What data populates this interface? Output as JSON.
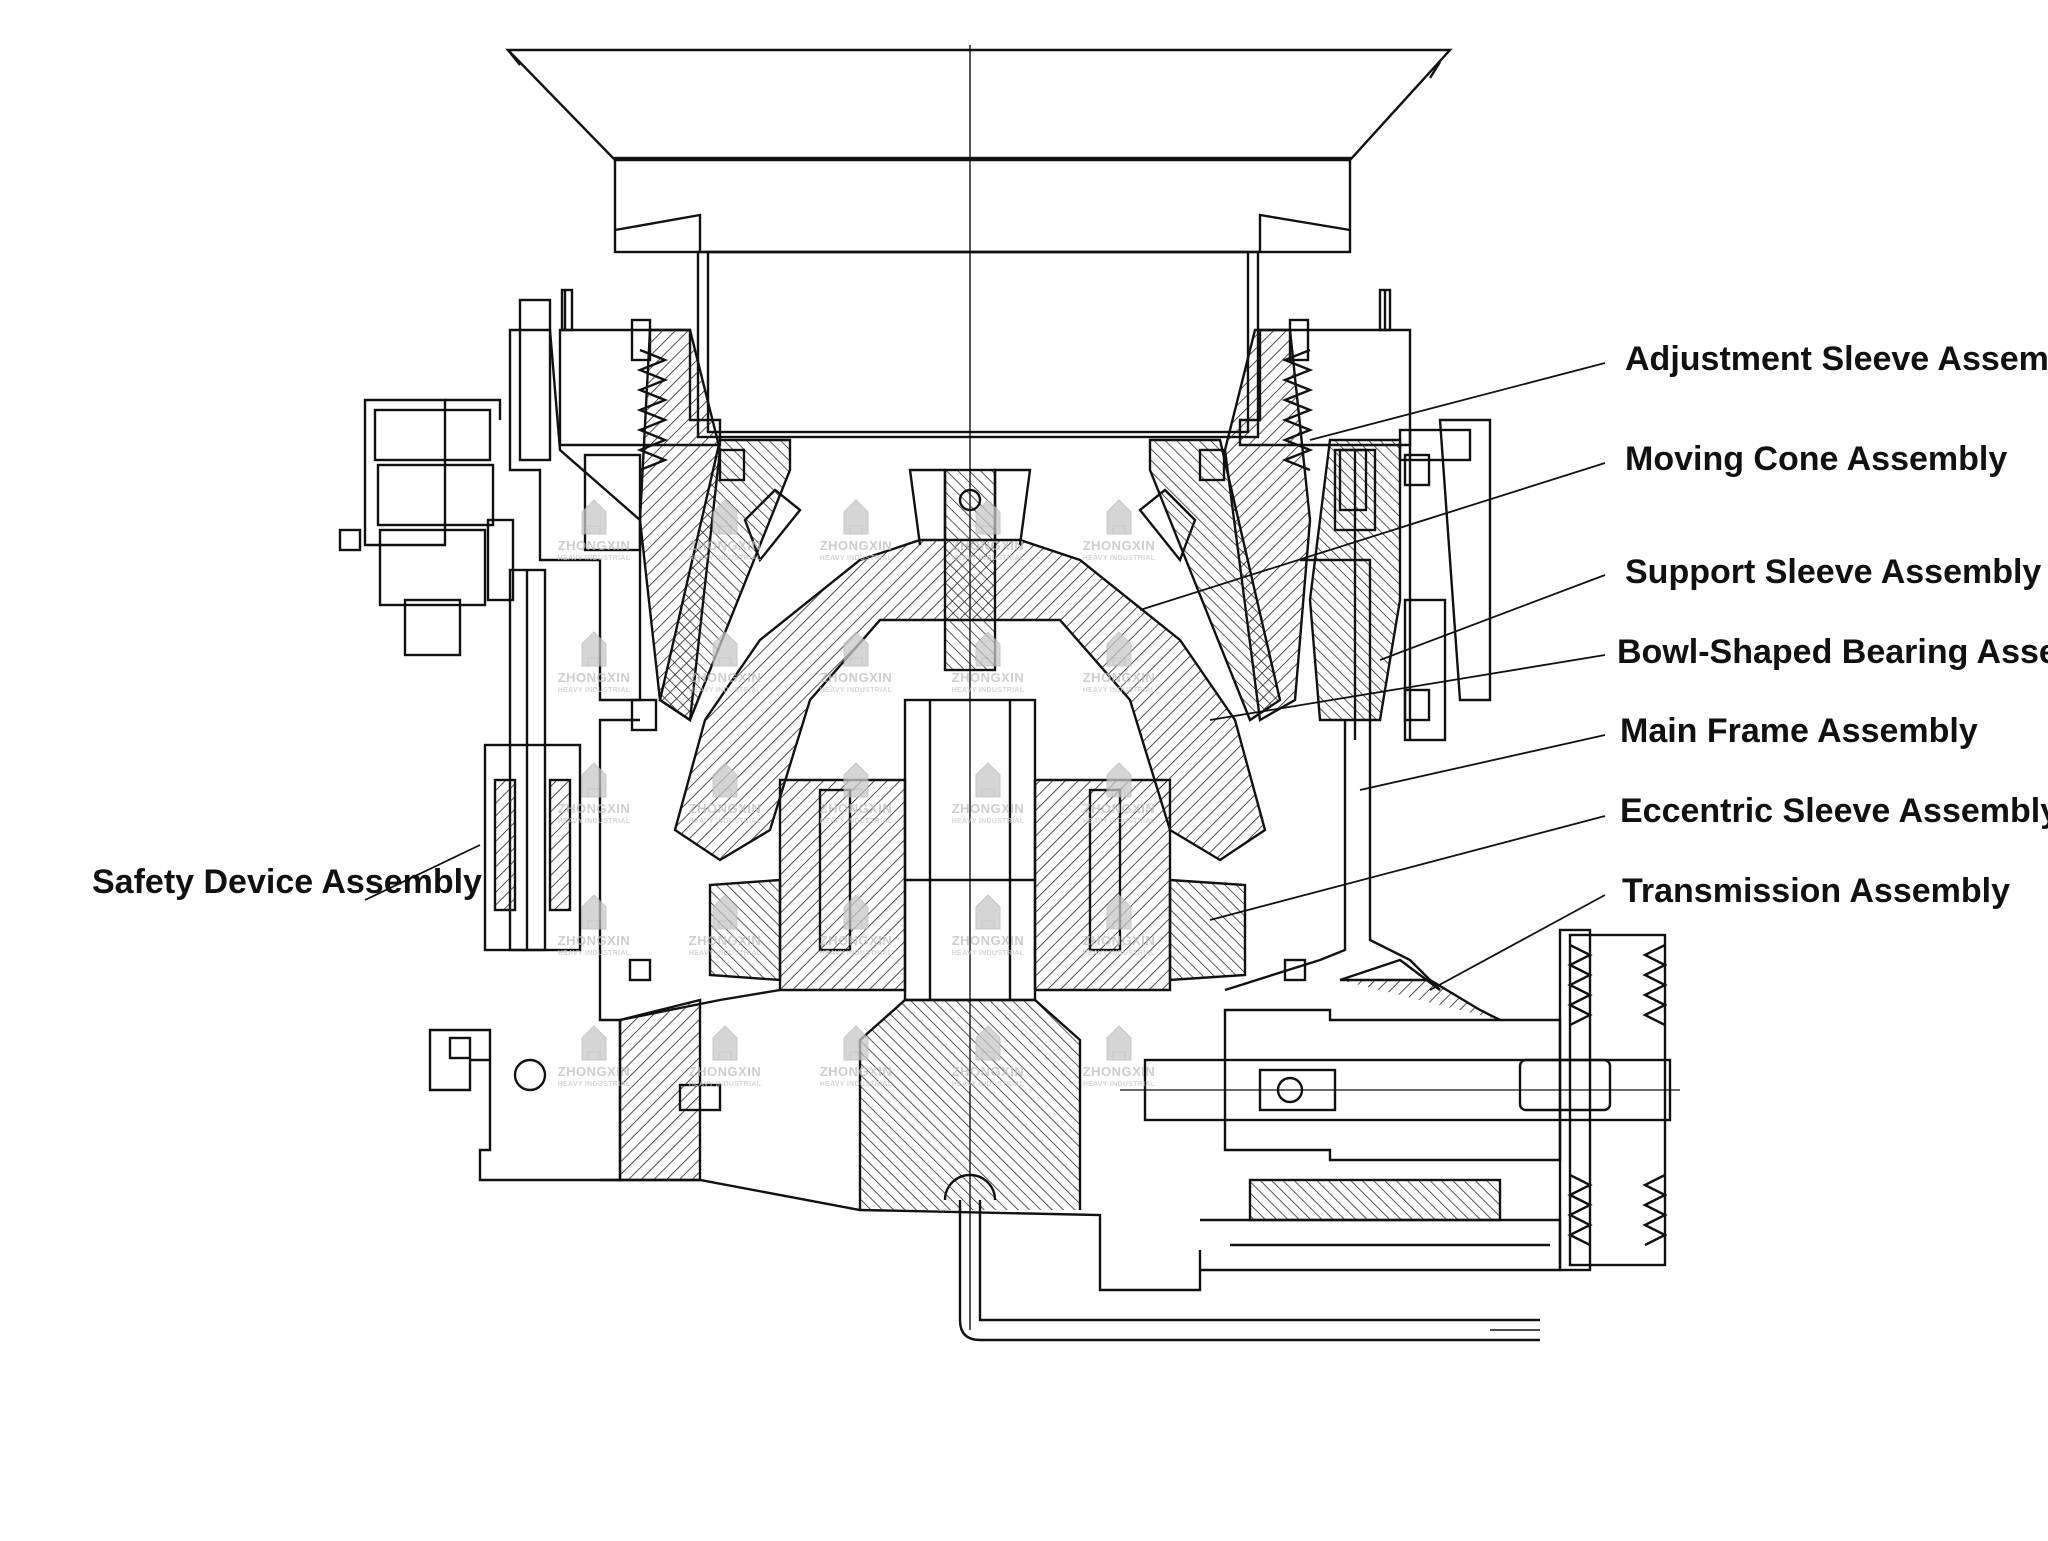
{
  "colors": {
    "ink": "#111111",
    "watermark": "#bdbdbd",
    "background": "#ffffff"
  },
  "watermark": {
    "title": "ZHONGXIN",
    "subtitle": "HEAVY INDUSTRIAL",
    "icon": "factory-logo-icon"
  },
  "labels": {
    "adjustment_sleeve": "Adjustment Sleeve Assembly",
    "moving_cone": "Moving Cone Assembly",
    "support_sleeve": "Support Sleeve Assembly",
    "bowl_bearing": "Bowl-Shaped Bearing Assembly",
    "main_frame": "Main Frame Assembly",
    "eccentric_sleeve": "Eccentric Sleeve Assembly",
    "transmission": "Transmission Assembly",
    "safety_device": "Safety Device Assembly"
  }
}
